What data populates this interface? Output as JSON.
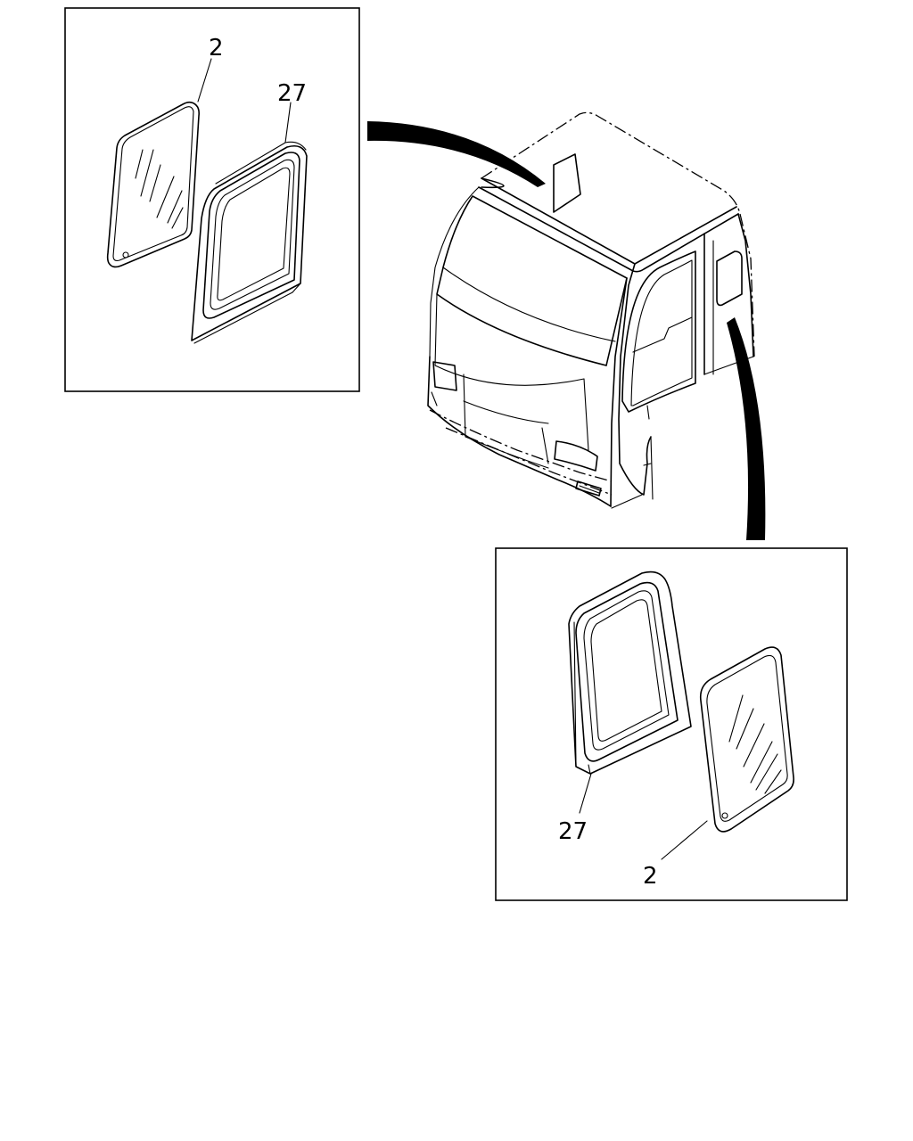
{
  "diagram": {
    "callouts": {
      "left_glass": "2",
      "left_seal": "27",
      "right_seal": "27",
      "right_glass": "2"
    }
  }
}
